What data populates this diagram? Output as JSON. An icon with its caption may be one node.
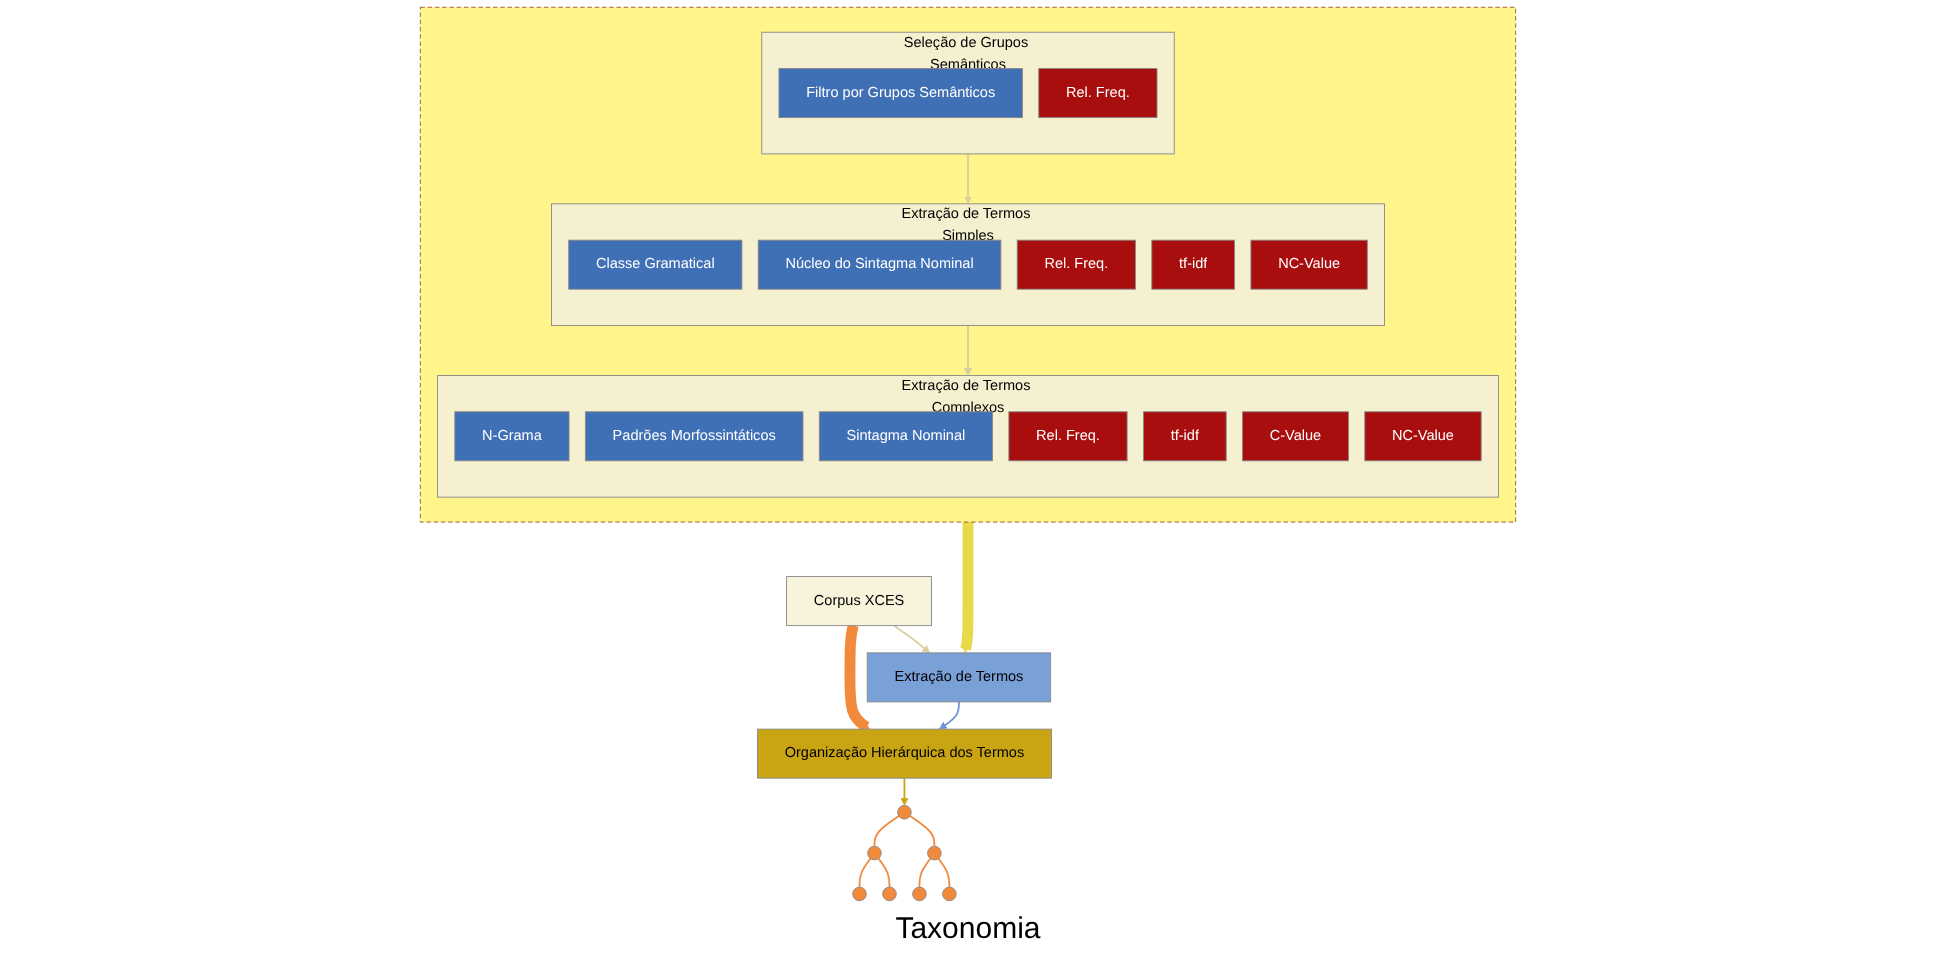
{
  "diagram": {
    "nodes": [
      {
        "text": [
          "Corpus XCES"
        ]
      },
      {
        "text": [
          "Extração de Termos"
        ]
      },
      {
        "text": [
          "Organização Hierárquica dos Termos"
        ]
      },
      {
        "text": [],
        "shape": "box"
      },
      {
        "text": [
          "Seleção de Grupos Semânticos"
        ],
        "in": 3
      },
      {
        "text": [
          "Filtro por Grupos Semânticos"
        ],
        "in": 4
      },
      {
        "text": [
          "Rel. Freq."
        ],
        "in": 4
      },
      {
        "text": [
          "Extração de Termos Simples"
        ],
        "in": 3
      },
      {
        "text": [
          "Classe Gramatical"
        ],
        "in": 7
      },
      {
        "text": [
          "Núcleo do Sintagma Nominal"
        ],
        "in": 7
      },
      {
        "text": [
          "Rel. Freq."
        ],
        "in": 7
      },
      {
        "text": [
          "tf-idf"
        ],
        "in": 7
      },
      {
        "text": [
          "NC-Value"
        ],
        "in": 7
      },
      {
        "text": [
          "Extração de Termos Complexos"
        ],
        "in": 3
      },
      {
        "text": [
          "N-Grama"
        ],
        "in": 13
      },
      {
        "text": [
          "Padrões Morfossintáticos"
        ],
        "in": 13
      },
      {
        "text": [
          "Sintagma Nominal"
        ],
        "in": 13
      },
      {
        "text": [
          "Rel. Freq."
        ],
        "in": 13
      },
      {
        "text": [
          "tf-idf"
        ],
        "in": 13
      },
      {
        "text": [
          "C-Value"
        ],
        "in": 13
      },
      {
        "text": [
          "NC-Value"
        ],
        "in": 13
      },
      {
        "text": [],
        "shape": "circle"
      },
      {
        "text": [],
        "shape": "circle"
      },
      {
        "text": [],
        "shape": "circle"
      },
      {
        "text": [],
        "shape": "circle"
      },
      {
        "text": [],
        "shape": "circle"
      },
      {
        "text": [],
        "shape": "circle"
      },
      {
        "text": [],
        "shape": "circle"
      }
    ],
    "edges": [
      {
        "from": 0,
        "to": 1,
        "arrow": "to",
        "color": "#d8cfa0"
      },
      {
        "from": 1,
        "to": 2,
        "arrow": "to",
        "color": "#6f95d2"
      },
      {
        "from": 0,
        "to": 2,
        "arrow": "to",
        "style": "thick",
        "color": "#f28a3c"
      },
      {
        "from": 2,
        "to": 21,
        "arrow": "to",
        "color": "#c9a514"
      },
      {
        "from": 3,
        "to": 1,
        "arrow": "to",
        "style": "thick",
        "color": "#e8d84a"
      },
      {
        "from": 4,
        "to": 7,
        "arrow": "to",
        "color": "#d8cfa0"
      },
      {
        "from": 7,
        "to": 13,
        "arrow": "to",
        "color": "#d8cfa0"
      },
      {
        "from": 21,
        "to": 22,
        "arrow": "none",
        "color": "#f28a3c"
      },
      {
        "from": 21,
        "to": 23,
        "arrow": "none",
        "color": "#f28a3c"
      },
      {
        "from": 22,
        "to": 24,
        "arrow": "none",
        "color": "#f28a3c"
      },
      {
        "from": 22,
        "to": 25,
        "arrow": "none",
        "color": "#f28a3c"
      },
      {
        "from": 23,
        "to": 26,
        "arrow": "none",
        "color": "#f28a3c"
      },
      {
        "from": 23,
        "to": 27,
        "arrow": "none",
        "color": "#f28a3c"
      }
    ],
    "labels": [
      "Taxonomia"
    ]
  }
}
